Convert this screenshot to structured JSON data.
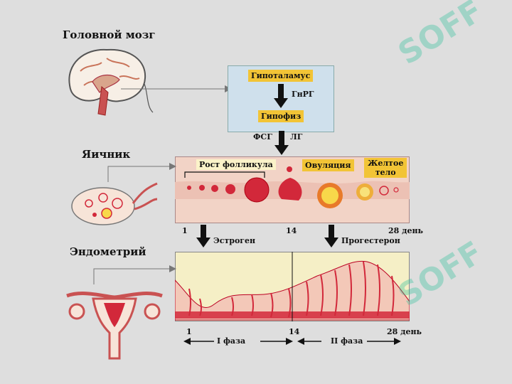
{
  "labels": {
    "brain": "Головной мозг",
    "ovary": "Яичник",
    "endometrium": "Эндометрий"
  },
  "hypothalamus_box": {
    "hypothalamus": "Гипоталамус",
    "gnrh": "ГнРГ",
    "pituitary": "Гипофиз"
  },
  "hormones": {
    "fsh": "ФСГ",
    "lh": "ЛГ",
    "estrogen": "Эстроген",
    "progesterone": "Прогестерон"
  },
  "ovary_panel": {
    "follicle_growth": "Рост фолликула",
    "ovulation": "Овуляция",
    "corpus_luteum_line1": "Желтое",
    "corpus_luteum_line2": "тело"
  },
  "days": {
    "start": "1",
    "mid": "14",
    "end": "28 день"
  },
  "phases": {
    "phase1": "I фаза",
    "phase2": "II фаза"
  },
  "watermark": "SOFF",
  "colors": {
    "background": "#dedede",
    "box_fill": "#cfe0ec",
    "tag_yellow": "#f2c436",
    "panel_pink": "#f2d3c6",
    "tissue_red": "#d2283a",
    "endometrium_bg": "#f5efc6",
    "watermark_green": "#2fc19a"
  }
}
